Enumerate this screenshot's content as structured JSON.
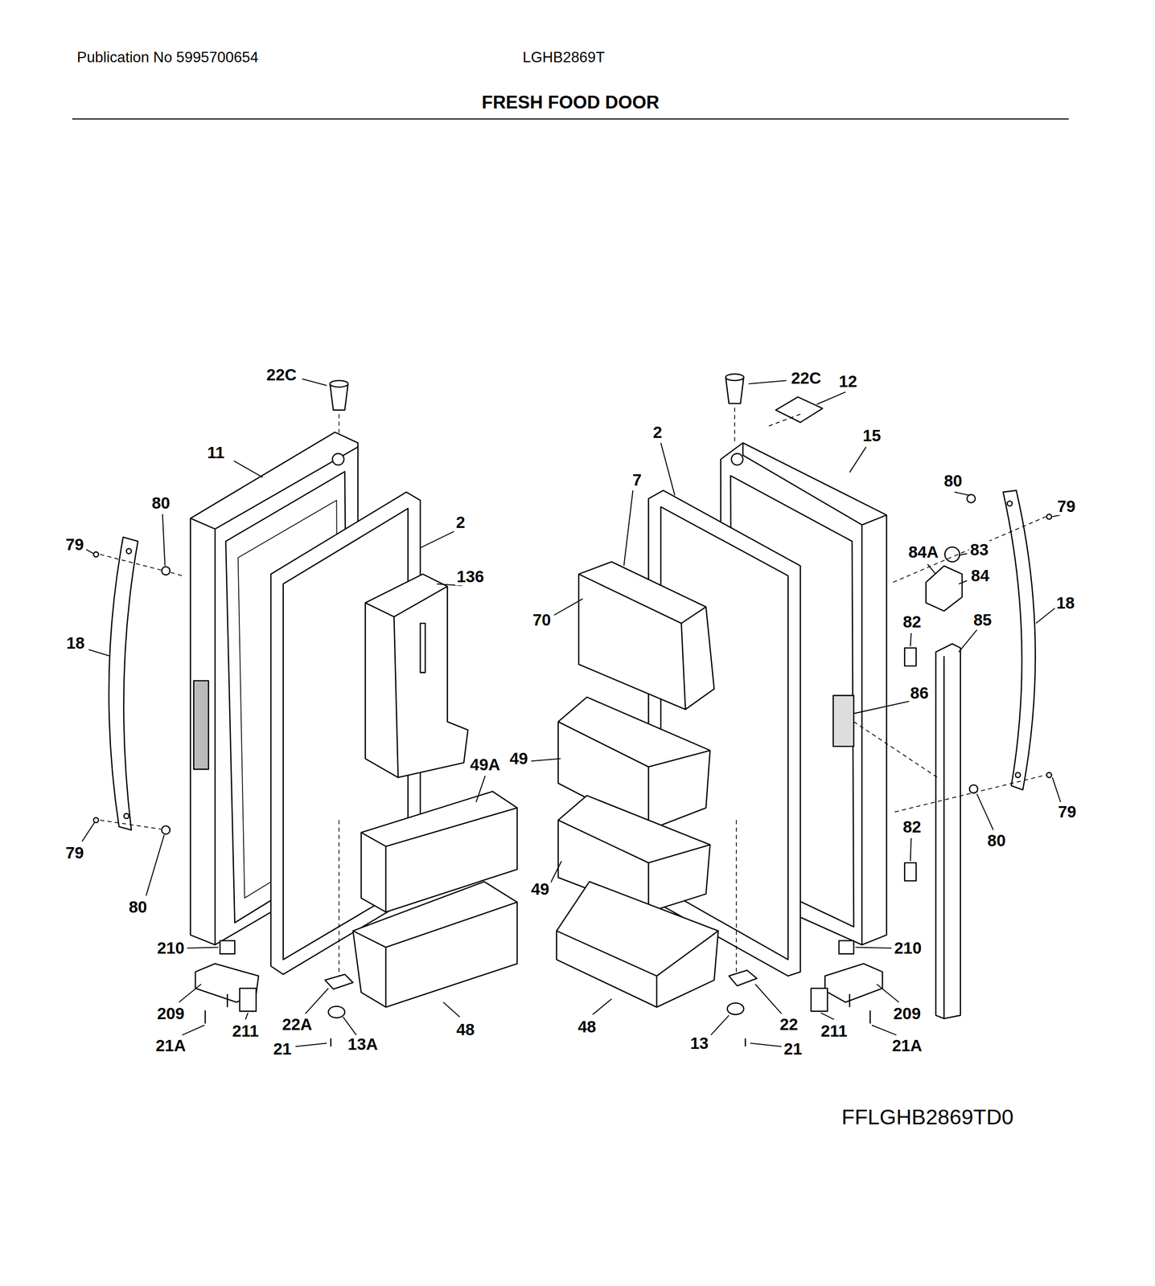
{
  "diagram": {
    "title": "FRESH FOOD DOOR",
    "labels": [
      "Publication No 5995700654",
      "LGHB2869T",
      "22C",
      "22C",
      "12",
      "11",
      "2",
      "15",
      "2",
      "7",
      "80",
      "80",
      "79",
      "79",
      "83",
      "84A",
      "136",
      "84",
      "18",
      "70",
      "85",
      "82",
      "18",
      "86",
      "49",
      "49A",
      "79",
      "82",
      "80",
      "79",
      "49",
      "80",
      "210",
      "210",
      "209",
      "209",
      "22A",
      "22",
      "48",
      "48",
      "211",
      "211",
      "21A",
      "21A",
      "13A",
      "21",
      "13",
      "21",
      "FFLGHB2869TD0"
    ]
  }
}
